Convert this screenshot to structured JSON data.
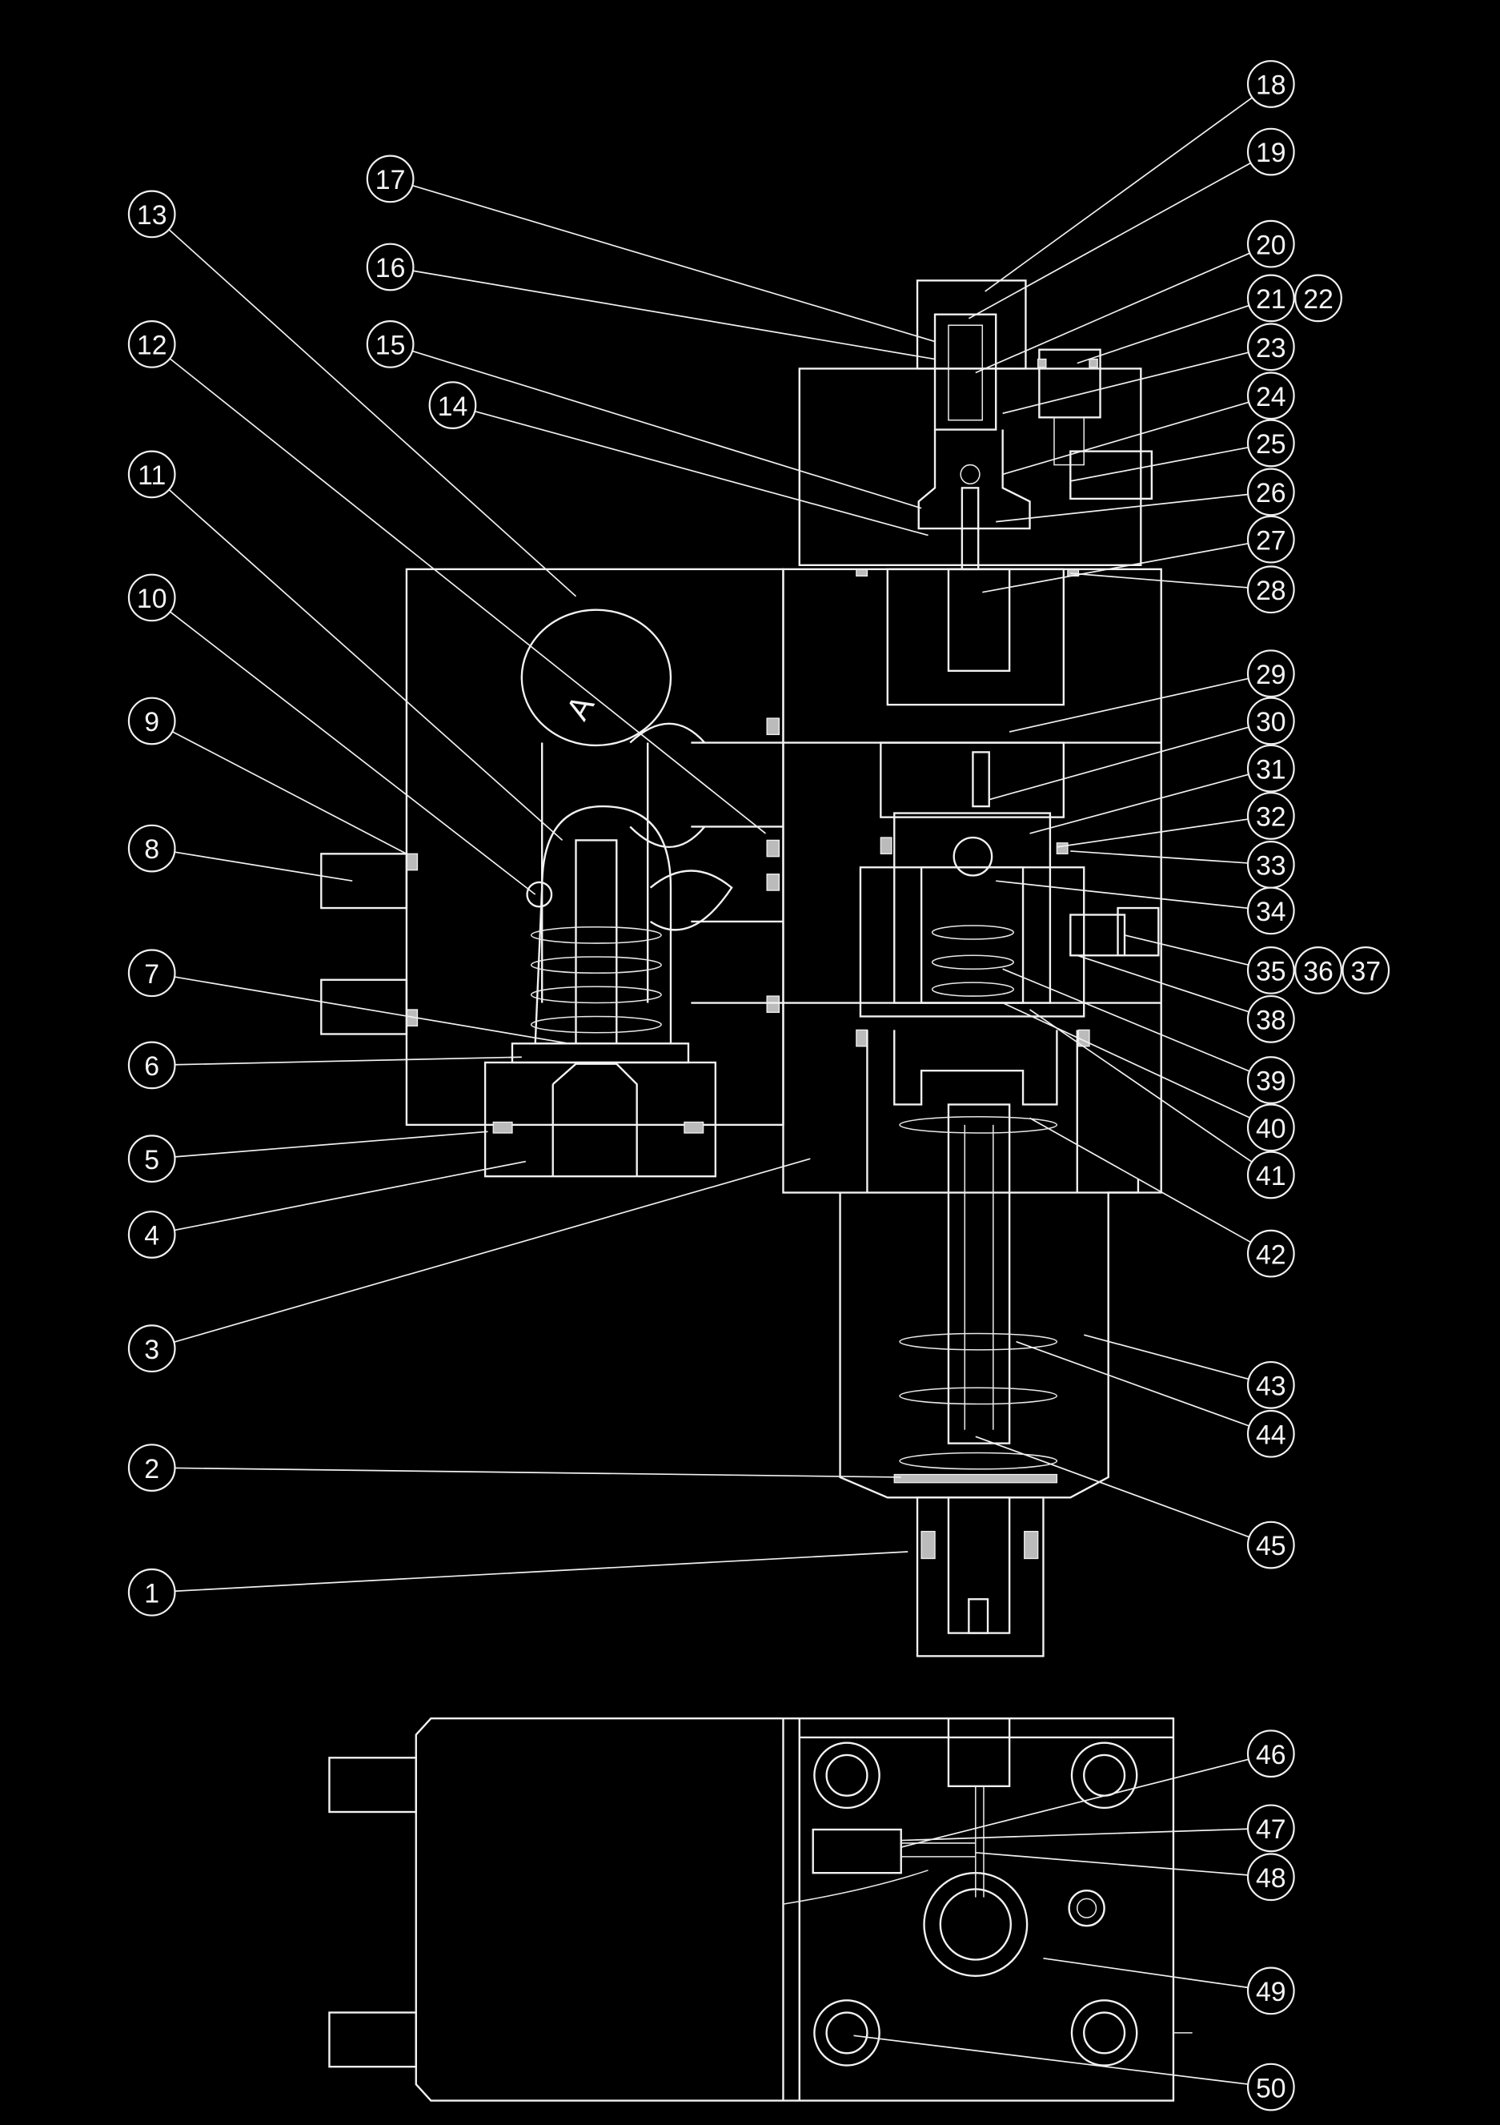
{
  "drawing": {
    "section_label": "A",
    "colors": {
      "background": "#000000",
      "line": "#f2f2f2"
    },
    "callouts": [
      {
        "groups": [
          "1"
        ]
      },
      {
        "groups": [
          "2"
        ]
      },
      {
        "groups": [
          "3"
        ]
      },
      {
        "groups": [
          "4"
        ]
      },
      {
        "groups": [
          "5"
        ]
      },
      {
        "groups": [
          "6"
        ]
      },
      {
        "groups": [
          "7"
        ]
      },
      {
        "groups": [
          "8"
        ]
      },
      {
        "groups": [
          "9"
        ]
      },
      {
        "groups": [
          "10"
        ]
      },
      {
        "groups": [
          "11"
        ]
      },
      {
        "groups": [
          "12"
        ]
      },
      {
        "groups": [
          "13"
        ]
      },
      {
        "groups": [
          "14"
        ]
      },
      {
        "groups": [
          "15"
        ]
      },
      {
        "groups": [
          "16"
        ]
      },
      {
        "groups": [
          "17"
        ]
      },
      {
        "groups": [
          "18"
        ]
      },
      {
        "groups": [
          "19"
        ]
      },
      {
        "groups": [
          "20"
        ]
      },
      {
        "groups": [
          "21",
          "22"
        ]
      },
      {
        "groups": [
          "23"
        ]
      },
      {
        "groups": [
          "24"
        ]
      },
      {
        "groups": [
          "25"
        ]
      },
      {
        "groups": [
          "26"
        ]
      },
      {
        "groups": [
          "27"
        ]
      },
      {
        "groups": [
          "28"
        ]
      },
      {
        "groups": [
          "29"
        ]
      },
      {
        "groups": [
          "30"
        ]
      },
      {
        "groups": [
          "31"
        ]
      },
      {
        "groups": [
          "32"
        ]
      },
      {
        "groups": [
          "33"
        ]
      },
      {
        "groups": [
          "34"
        ]
      },
      {
        "groups": [
          "35",
          "36",
          "37"
        ]
      },
      {
        "groups": [
          "38"
        ]
      },
      {
        "groups": [
          "39"
        ]
      },
      {
        "groups": [
          "40"
        ]
      },
      {
        "groups": [
          "41"
        ]
      },
      {
        "groups": [
          "42"
        ]
      },
      {
        "groups": [
          "43"
        ]
      },
      {
        "groups": [
          "44"
        ]
      },
      {
        "groups": [
          "45"
        ]
      },
      {
        "groups": [
          "46"
        ]
      },
      {
        "groups": [
          "47"
        ]
      },
      {
        "groups": [
          "48"
        ]
      },
      {
        "groups": [
          "49"
        ]
      },
      {
        "groups": [
          "50"
        ]
      }
    ]
  }
}
